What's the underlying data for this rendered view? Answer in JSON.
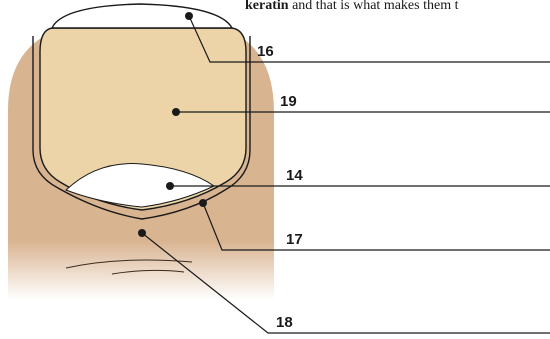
{
  "caption": {
    "bold_term": "keratin",
    "rest": " and that is what makes them t"
  },
  "labels": {
    "free_edge": "16",
    "nail_plate": "19",
    "lunula": "14",
    "cuticle": "17",
    "nail_fold": "18"
  },
  "colors": {
    "skin": "#d9b491",
    "skin_shadow": "#c79a77",
    "nail_plate": "#ecd4a8",
    "free_edge": "#ffffff",
    "lunula": "#ffffff",
    "outline": "#1a1a1a"
  }
}
